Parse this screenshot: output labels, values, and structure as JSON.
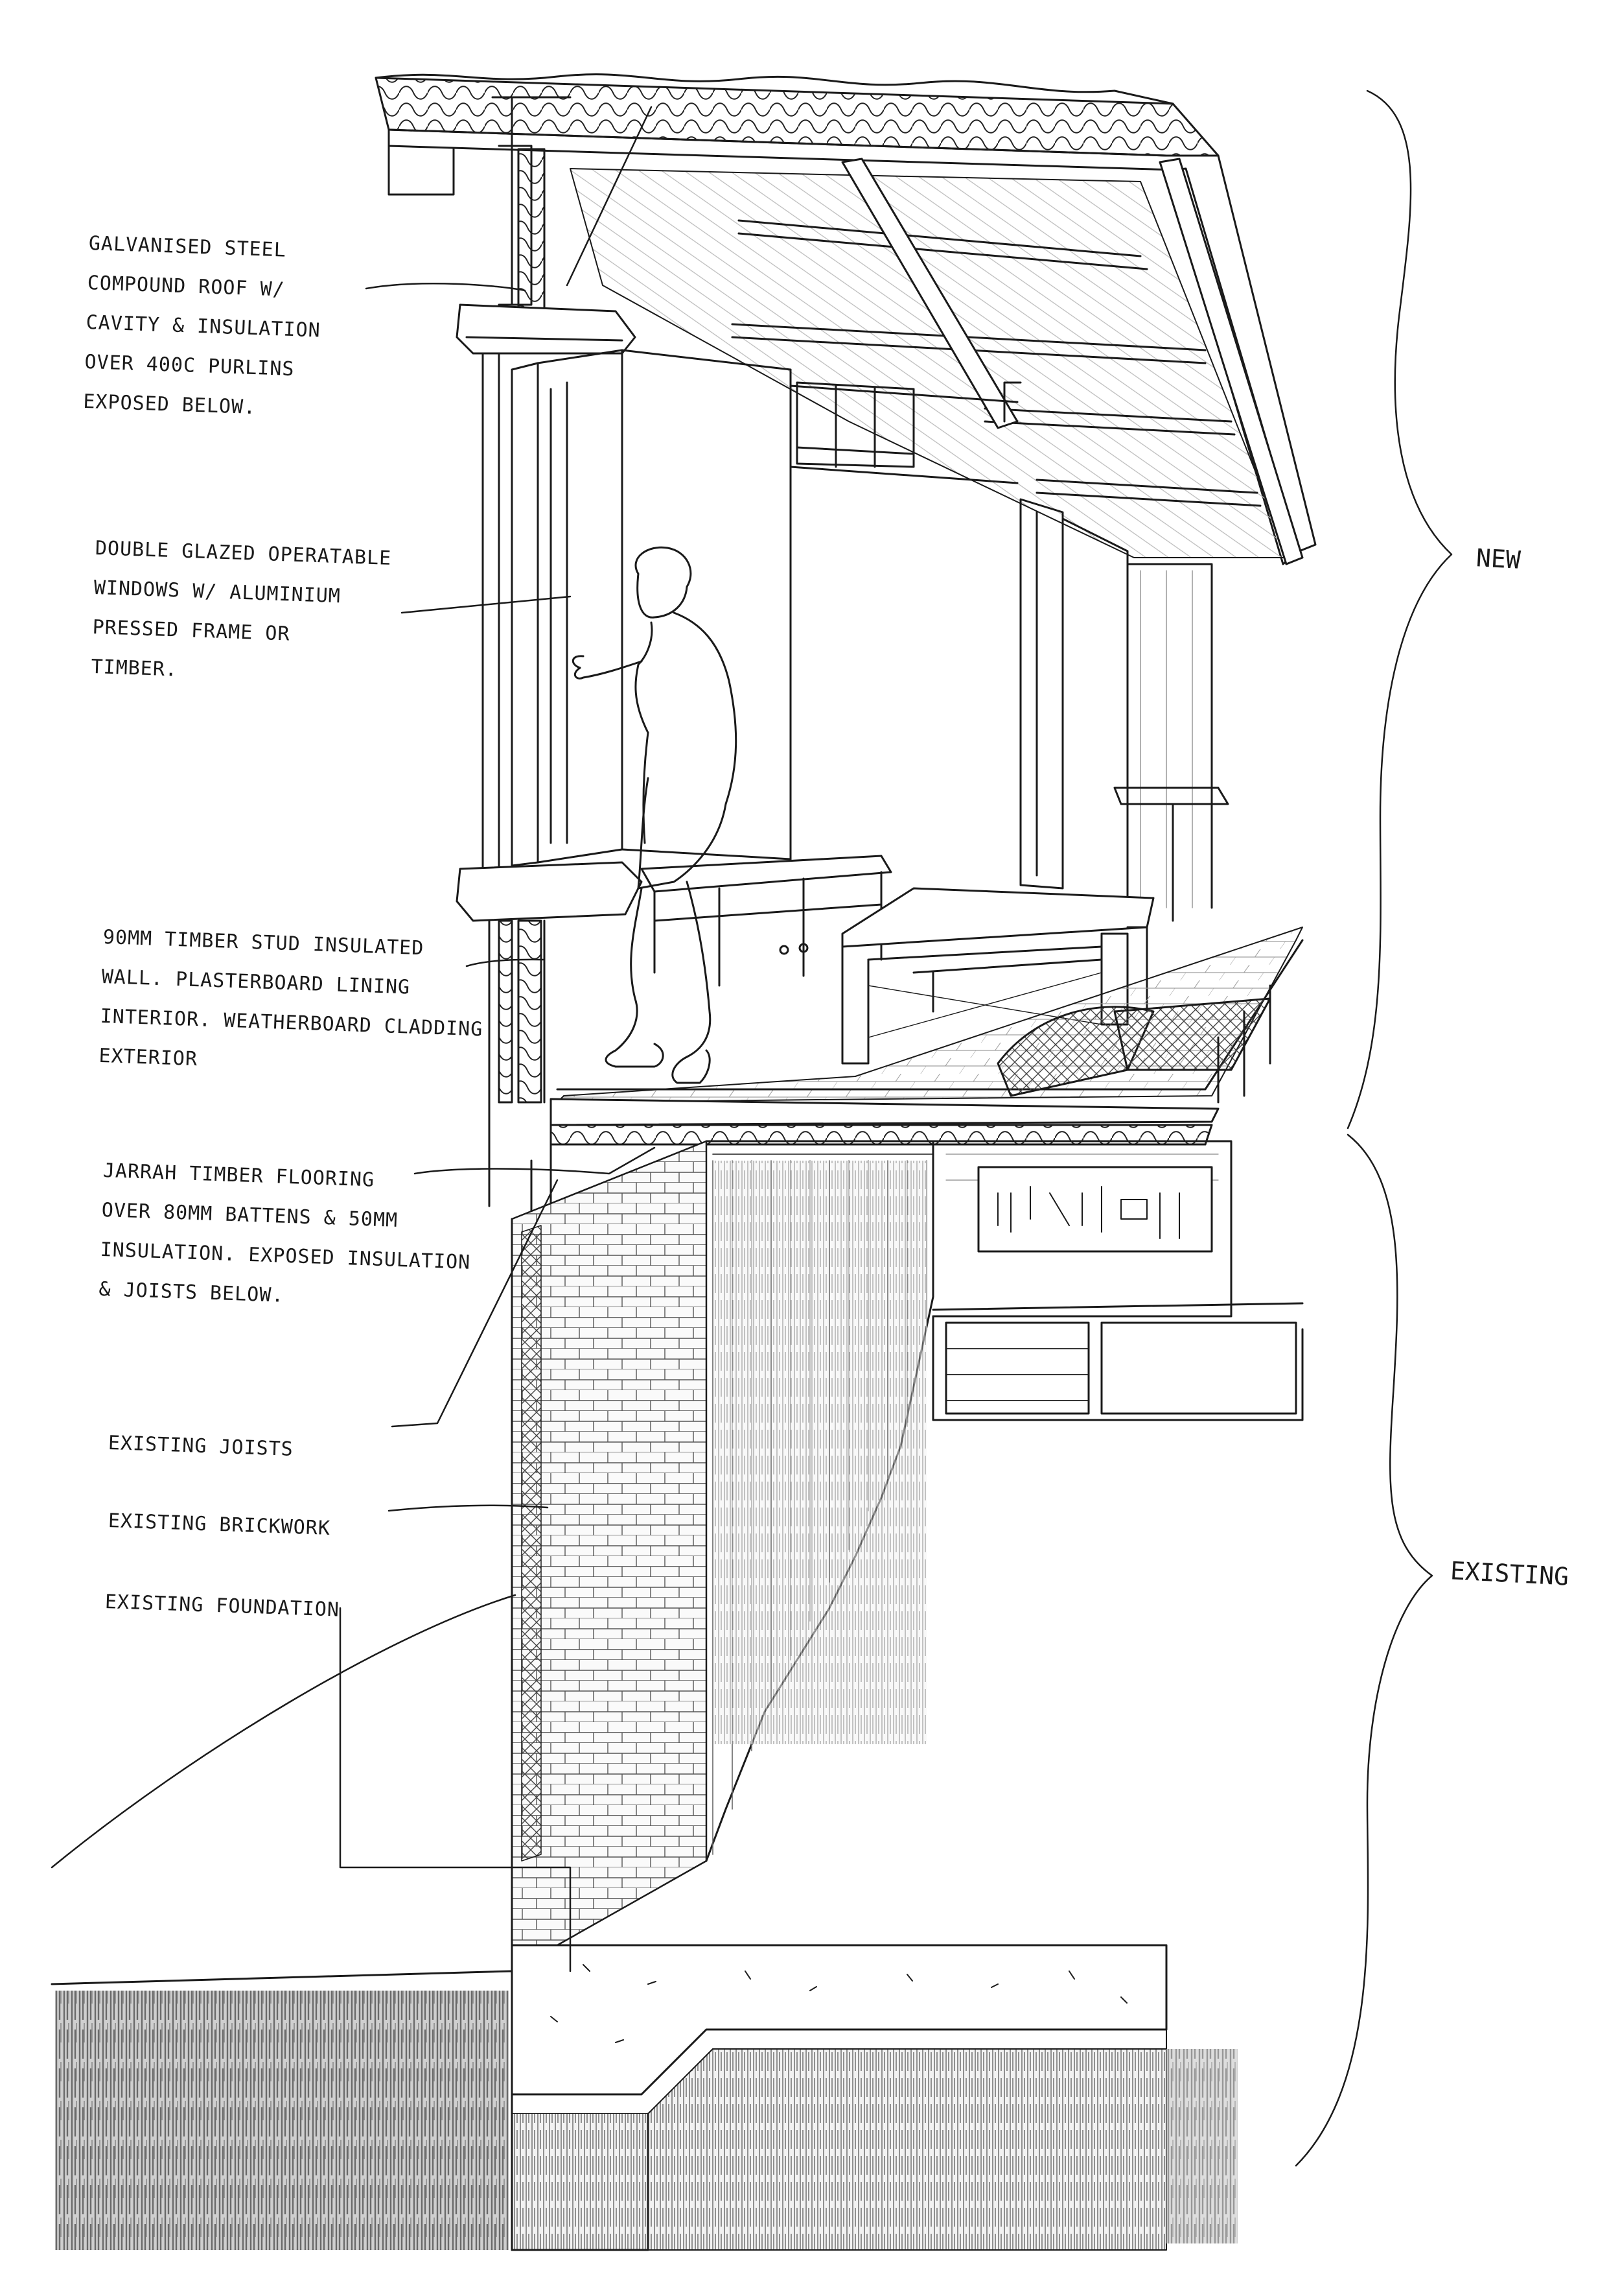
{
  "annotations": {
    "roof": {
      "lines": [
        "Galvanised steel",
        "compound roof w/",
        "cavity & insulation",
        "over 400c purlins",
        "exposed below."
      ]
    },
    "windows": {
      "lines": [
        "Double glazed operatable",
        "windows w/ aluminium",
        "pressed frame or",
        "timber."
      ]
    },
    "wall": {
      "lines": [
        "90mm timber stud insulated",
        "wall. plasterboard lining",
        "interior. weatherboard cladding",
        "exterior"
      ]
    },
    "floor": {
      "lines": [
        "Jarrah timber flooring",
        "over 80mm battens & 50mm",
        "insulation. exposed insulation",
        "& joists below."
      ]
    },
    "joists": {
      "label": "Existing joists"
    },
    "brickwork": {
      "label": "Existing brickwork"
    },
    "foundation": {
      "label": "Existing foundation"
    }
  },
  "brackets": {
    "new": "New",
    "existing": "Existing"
  }
}
